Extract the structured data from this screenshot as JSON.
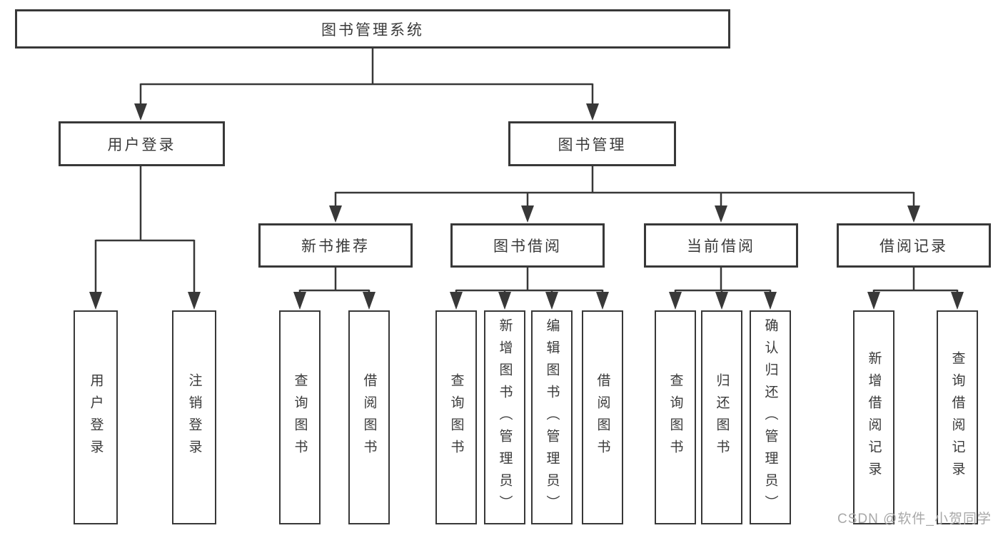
{
  "tree": {
    "root": {
      "label": "图书管理系统"
    },
    "branches": [
      {
        "label": "用户登录",
        "children": [
          {
            "label": "用户登录"
          },
          {
            "label": "注销登录"
          }
        ]
      },
      {
        "label": "图书管理",
        "children": [
          {
            "label": "新书推荐",
            "children": [
              {
                "label": "查询图书"
              },
              {
                "label": "借阅图书"
              }
            ]
          },
          {
            "label": "图书借阅",
            "children": [
              {
                "label": "查询图书"
              },
              {
                "label": "新增图书（管理员）"
              },
              {
                "label": "编辑图书（管理员）"
              },
              {
                "label": "借阅图书"
              }
            ]
          },
          {
            "label": "当前借阅",
            "children": [
              {
                "label": "查询图书"
              },
              {
                "label": "归还图书"
              },
              {
                "label": "确认归还（管理员）"
              }
            ]
          },
          {
            "label": "借阅记录",
            "children": [
              {
                "label": "新增借阅记录"
              },
              {
                "label": "查询借阅记录"
              }
            ]
          }
        ]
      }
    ]
  },
  "watermark": {
    "text": "CSDN @软件_小贺同学"
  },
  "colors": {
    "line": "#383838",
    "text": "#3a3a3a",
    "box_background": "#ffffff",
    "page_background": "#ffffff",
    "watermark": "#a8a8a8"
  }
}
